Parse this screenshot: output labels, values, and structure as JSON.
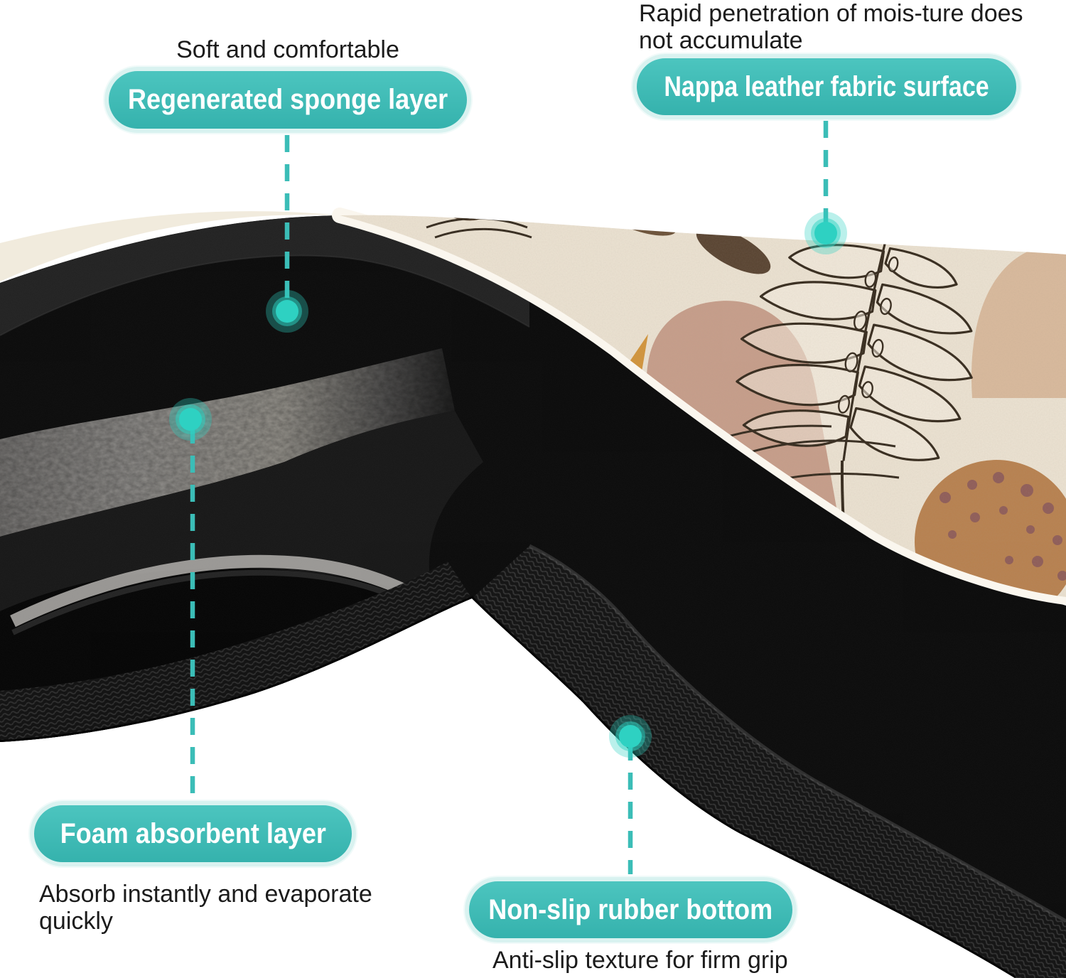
{
  "palette": {
    "teal": "#3bbdb7",
    "teal_dot": "#2ed1c2",
    "pill_ring": "#d9f2f0",
    "pill_text": "#ffffff",
    "ink": "#1b1b1b",
    "mat_black": "#0e0e0e",
    "foam_gray": "#8a8a88",
    "fabric_cream": "#ece3d3",
    "arch_rose": "#c79e8b",
    "arch_tan": "#d9ba9d",
    "circle_brown": "#b8814f",
    "leaf_line": "#33291d",
    "accent_orange": "#d3953b"
  },
  "callouts": [
    {
      "id": "sponge",
      "pill": "Regenerated sponge layer",
      "note_lines": [
        "Soft and comfortable"
      ]
    },
    {
      "id": "fabric",
      "pill": "Nappa leather fabric surface",
      "note_lines": [
        "Rapid penetration of mois-ture does",
        "not accumulate"
      ]
    },
    {
      "id": "foam",
      "pill": "Foam absorbent layer",
      "note_lines": [
        "Absorb instantly and evaporate",
        "quickly"
      ]
    },
    {
      "id": "rubber",
      "pill": "Non-slip rubber bottom",
      "note_lines": [
        "Anti-slip texture for firm grip"
      ]
    }
  ]
}
